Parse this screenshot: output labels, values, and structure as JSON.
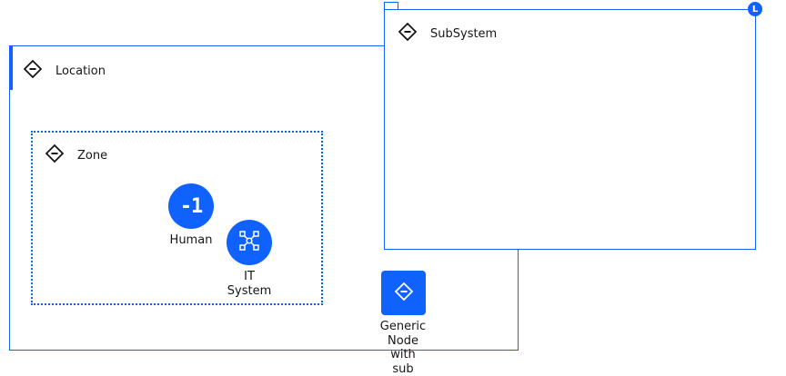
{
  "location": {
    "label": "Location",
    "icon": "diamond-icon"
  },
  "zone": {
    "label": "Zone",
    "icon": "diamond-icon"
  },
  "subsystem": {
    "label": "SubSystem",
    "icon": "diamond-icon",
    "badge": "L"
  },
  "nodes": {
    "human": {
      "label": "Human",
      "glyph": "-1",
      "icon": "human-icon"
    },
    "it_system": {
      "label_line1": "IT",
      "label_line2": "System",
      "icon": "network-icon"
    },
    "generic": {
      "label_line1": "Generic",
      "label_line2": "Node",
      "label_line3": "with",
      "label_line4": "sub",
      "icon": "diamond-icon"
    }
  },
  "colors": {
    "accent": "#0f62fe",
    "text": "#161616",
    "background": "#ffffff"
  }
}
